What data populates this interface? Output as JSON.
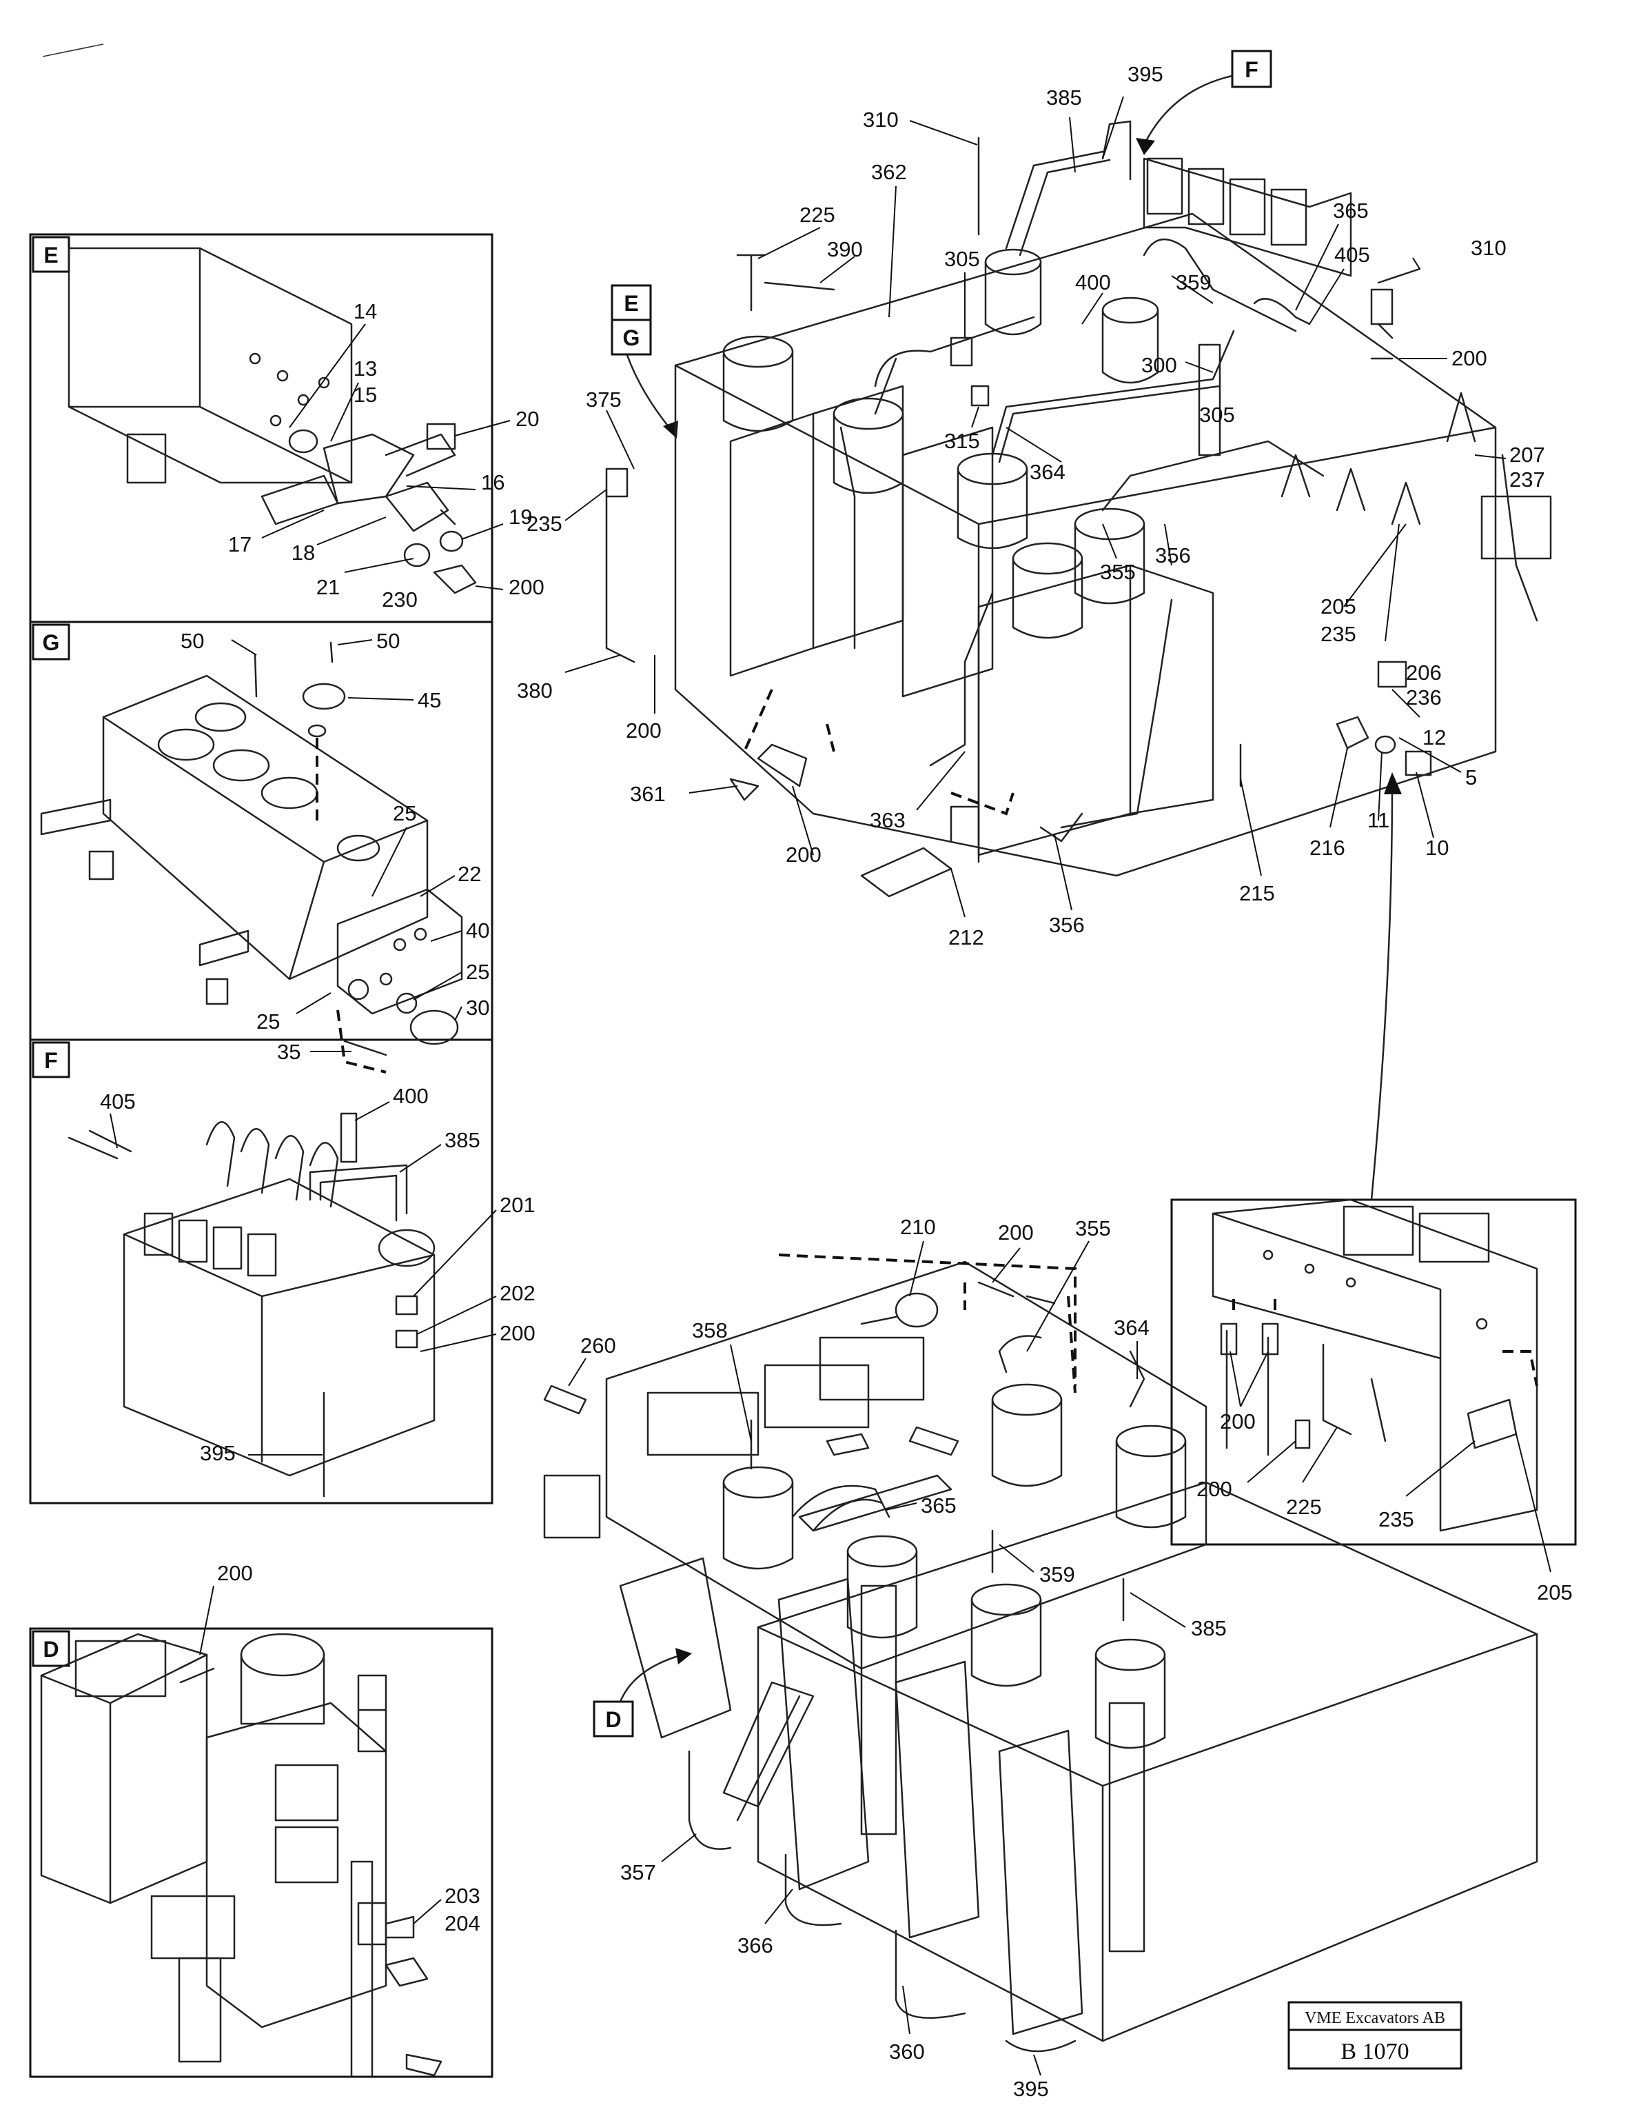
{
  "title_block": {
    "company": "VME Excavators AB",
    "drawing_no": "B 1070"
  },
  "detail_letters": [
    "E",
    "G",
    "F",
    "D"
  ],
  "panels": {
    "E": {
      "letter": "E",
      "callouts": [
        "14",
        "13",
        "15",
        "20",
        "16",
        "19",
        "17",
        "18",
        "21",
        "230",
        "200"
      ]
    },
    "G": {
      "letter": "G",
      "callouts": [
        "50",
        "50",
        "45",
        "25",
        "22",
        "40",
        "25",
        "30",
        "25",
        "35"
      ]
    },
    "F": {
      "letter": "F",
      "callouts": [
        "405",
        "400",
        "385",
        "201",
        "202",
        "200",
        "395"
      ]
    },
    "D": {
      "letter": "D",
      "callouts": [
        "200",
        "203",
        "204"
      ]
    }
  },
  "main_upper": {
    "callouts": [
      "395",
      "385",
      "310",
      "362",
      "225",
      "390",
      "305",
      "365",
      "405",
      "310",
      "359",
      "400",
      "200",
      "300",
      "375",
      "315",
      "305",
      "364",
      "207",
      "237",
      "235",
      "355",
      "356",
      "205",
      "235",
      "206",
      "236",
      "380",
      "200",
      "12",
      "5",
      "361",
      "363",
      "200",
      "216",
      "11",
      "10",
      "215",
      "212",
      "356"
    ]
  },
  "main_lower": {
    "callouts": [
      "200",
      "210",
      "355",
      "260",
      "358",
      "364",
      "365",
      "359",
      "385",
      "357",
      "366",
      "360",
      "395"
    ]
  },
  "inset": {
    "callouts": [
      "200",
      "200",
      "225",
      "235",
      "205"
    ]
  }
}
